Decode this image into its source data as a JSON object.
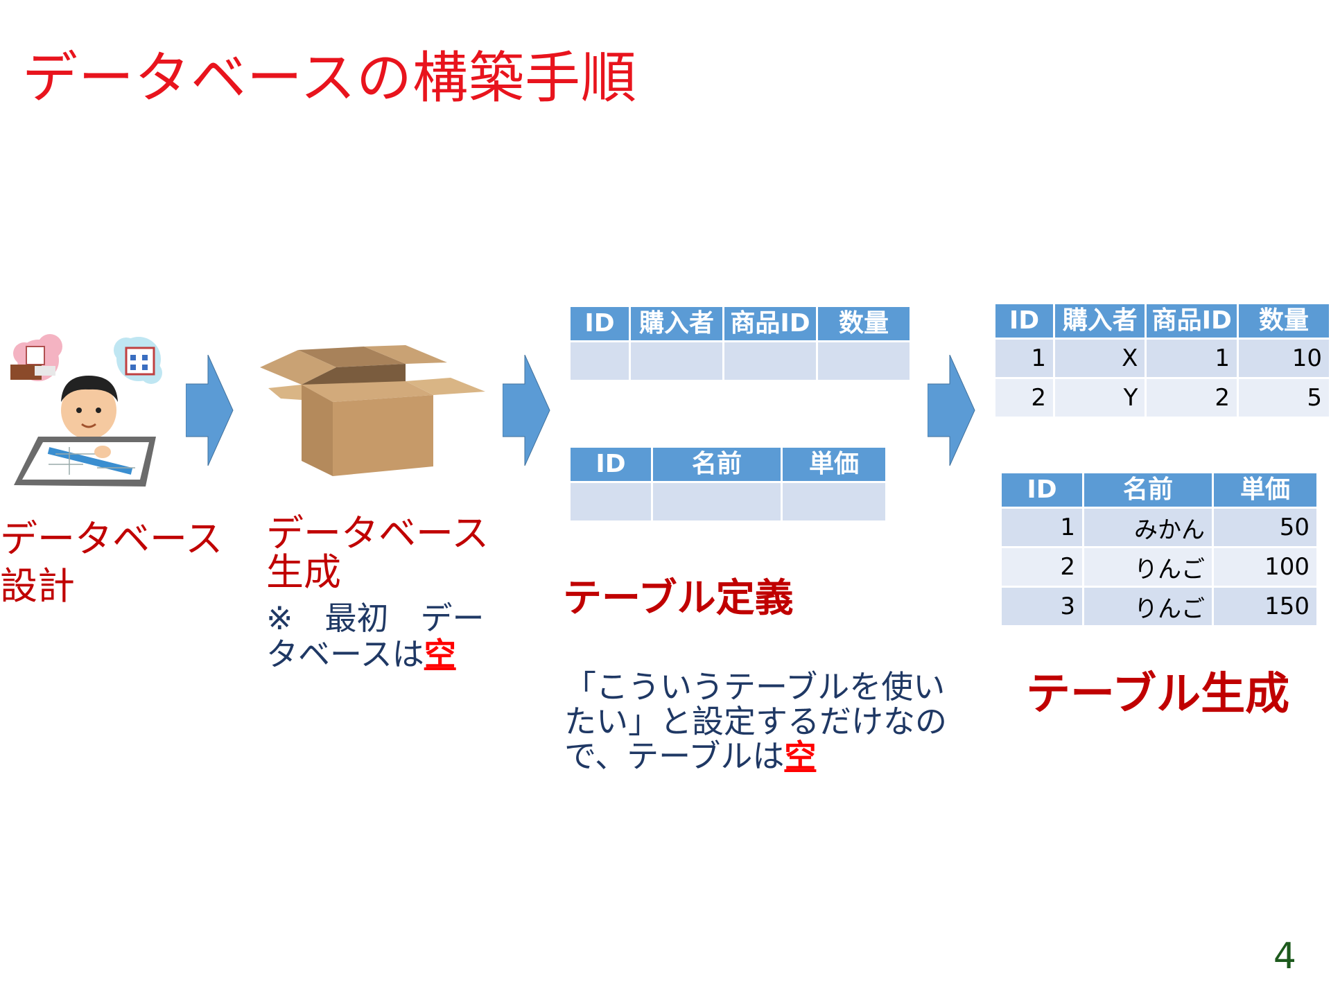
{
  "slide": {
    "title": "データベースの構築手順",
    "page_number": "4"
  },
  "step1": {
    "icon": "person-designing-illustration",
    "label_line1": "データベース",
    "label_line2": "設計"
  },
  "step2": {
    "icon": "empty-cardboard-box-illustration",
    "label_line1": "データベース",
    "label_line2": "生成",
    "note_line1": "※　最初　デー",
    "note_line2_prefix": "タベースは",
    "note_highlight": "空"
  },
  "step3": {
    "label": "テーブル定義",
    "quote_line1": "「こういうテーブルを使い",
    "quote_line2": "たい」と設定するだけなの",
    "quote_line3_prefix": "で、テーブルは",
    "quote_highlight": "空",
    "purchases_table": {
      "headers": [
        "ID",
        "購入者",
        "商品ID",
        "数量"
      ],
      "rows": [
        [
          "",
          "",
          "",
          ""
        ]
      ]
    },
    "products_table": {
      "headers": [
        "ID",
        "名前",
        "単価"
      ],
      "rows": [
        [
          "",
          "",
          ""
        ]
      ]
    }
  },
  "step4": {
    "label": "テーブル生成",
    "purchases_table": {
      "headers": [
        "ID",
        "購入者",
        "商品ID",
        "数量"
      ],
      "rows": [
        [
          "1",
          "X",
          "1",
          "10"
        ],
        [
          "2",
          "Y",
          "2",
          "5"
        ]
      ]
    },
    "products_table": {
      "headers": [
        "ID",
        "名前",
        "単価"
      ],
      "rows": [
        [
          "1",
          "みかん",
          "50"
        ],
        [
          "2",
          "りんご",
          "100"
        ],
        [
          "3",
          "りんご",
          "150"
        ]
      ]
    }
  },
  "colors": {
    "title": "#e8141d",
    "label": "#c00000",
    "arrow": "#5b9bd5",
    "table_header": "#5b9bd5",
    "table_row": "#d4deef"
  }
}
